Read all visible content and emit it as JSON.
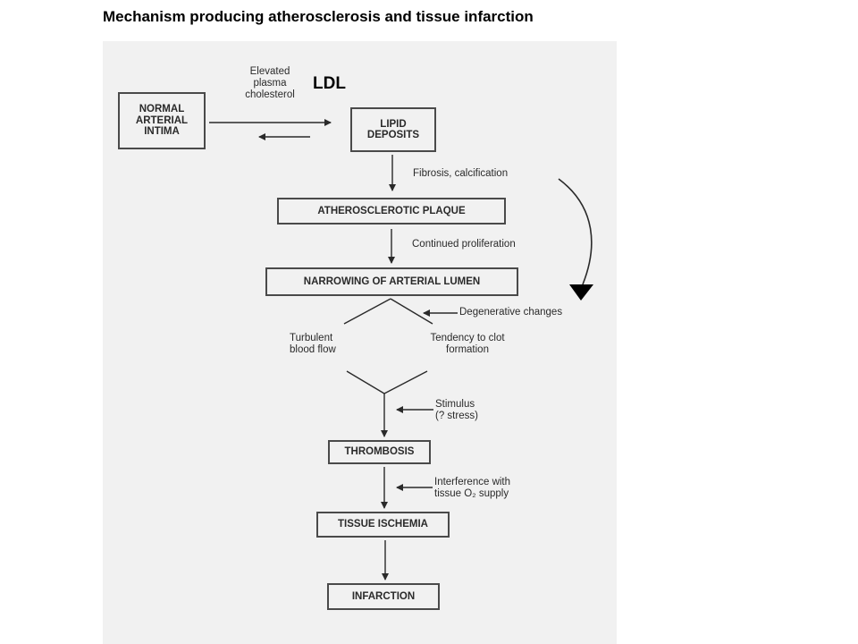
{
  "title": "Mechanism producing atherosclerosis and tissue infarction",
  "annotation": "LDL",
  "boxes": {
    "normal_intima": "NORMAL\nARTERIAL\nINTIMA",
    "lipid_deposits": "LIPID\nDEPOSITS",
    "plaque": "ATHEROSCLEROTIC PLAQUE",
    "narrowing": "NARROWING OF ARTERIAL LUMEN",
    "thrombosis": "THROMBOSIS",
    "ischemia": "TISSUE ISCHEMIA",
    "infarction": "INFARCTION"
  },
  "labels": {
    "elevated": "Elevated\nplasma\ncholesterol",
    "fibrosis": "Fibrosis, calcification",
    "proliferation": "Continued proliferation",
    "degenerative": "Degenerative changes",
    "turbulent": "Turbulent\nblood flow",
    "tendency": "Tendency to clot\nformation",
    "stimulus": "Stimulus\n(? stress)",
    "interference": "Interference with\ntissue O₂ supply"
  },
  "colors": {
    "background": "#f1f1f1",
    "ink": "#2a2a2a",
    "title": "#000000"
  }
}
